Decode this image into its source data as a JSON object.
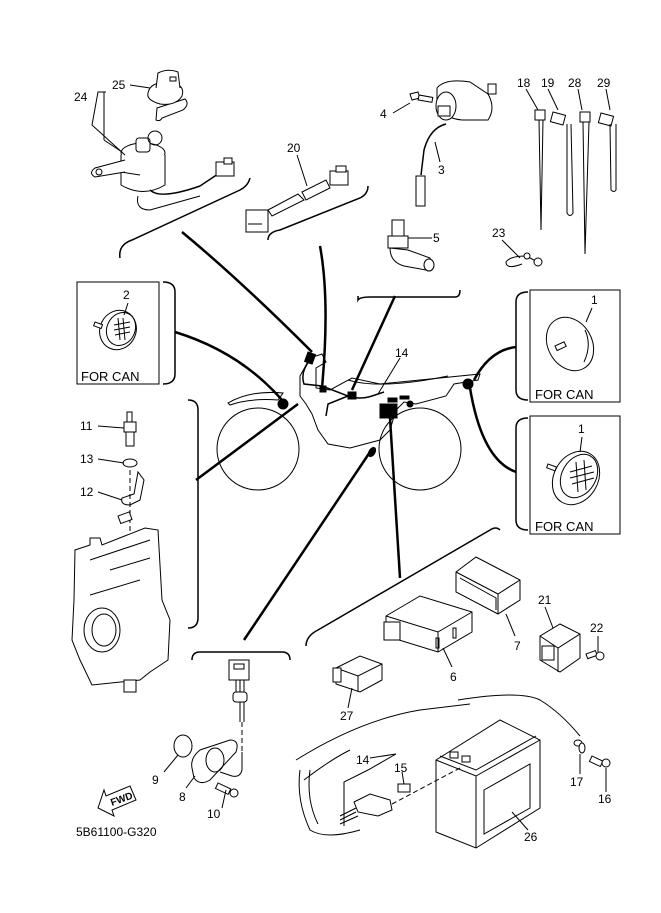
{
  "diagram": {
    "title_code": "5B61100-G320",
    "fwd_label": "FWD",
    "for_can_label": "FOR CAN",
    "accent_color": "#000000",
    "background_color": "#ffffff"
  },
  "callouts": [
    {
      "id": "c1a",
      "number": "1",
      "part": "reflector (rear, for CAN)"
    },
    {
      "id": "c1b",
      "number": "1",
      "part": "reflector (side, for CAN)"
    },
    {
      "id": "c2",
      "number": "2",
      "part": "reflector (front, for CAN)"
    },
    {
      "id": "c3",
      "number": "3",
      "part": "ignition coil"
    },
    {
      "id": "c4",
      "number": "4",
      "part": "bolt"
    },
    {
      "id": "c5",
      "number": "5",
      "part": "spark plug cap"
    },
    {
      "id": "c6",
      "number": "6",
      "part": "CDI unit"
    },
    {
      "id": "c7",
      "number": "7",
      "part": "cover"
    },
    {
      "id": "c8",
      "number": "8",
      "part": "sensor"
    },
    {
      "id": "c9",
      "number": "9",
      "part": "o-ring"
    },
    {
      "id": "c10",
      "number": "10",
      "part": "bolt"
    },
    {
      "id": "c11",
      "number": "11",
      "part": "spark plug"
    },
    {
      "id": "c12",
      "number": "12",
      "part": "bracket"
    },
    {
      "id": "c13",
      "number": "13",
      "part": "gasket"
    },
    {
      "id": "c14a",
      "number": "14",
      "part": "wire harness"
    },
    {
      "id": "c14b",
      "number": "14",
      "part": "wire harness"
    },
    {
      "id": "c15",
      "number": "15",
      "part": "fuse"
    },
    {
      "id": "c16",
      "number": "16",
      "part": "bolt"
    },
    {
      "id": "c17",
      "number": "17",
      "part": "washer"
    },
    {
      "id": "c18",
      "number": "18",
      "part": "band"
    },
    {
      "id": "c19",
      "number": "19",
      "part": "band"
    },
    {
      "id": "c20",
      "number": "20",
      "part": "lead"
    },
    {
      "id": "c21",
      "number": "21",
      "part": "rectifier regulator"
    },
    {
      "id": "c22",
      "number": "22",
      "part": "bolt"
    },
    {
      "id": "c23",
      "number": "23",
      "part": "clamp"
    },
    {
      "id": "c24",
      "number": "24",
      "part": "main switch"
    },
    {
      "id": "c25",
      "number": "25",
      "part": "cap"
    },
    {
      "id": "c26",
      "number": "26",
      "part": "battery"
    },
    {
      "id": "c27",
      "number": "27",
      "part": "relay"
    },
    {
      "id": "c28",
      "number": "28",
      "part": "band"
    },
    {
      "id": "c29",
      "number": "29",
      "part": "band"
    }
  ]
}
